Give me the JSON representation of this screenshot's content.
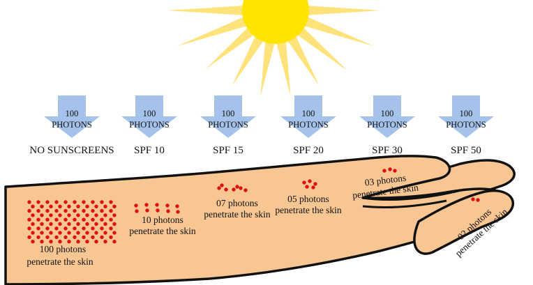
{
  "colors": {
    "sun_core": "#ffe400",
    "sun_rays": "#ffe27a",
    "arrow": "#a5c2ea",
    "skin": "#f8c693",
    "outline": "#111111",
    "photon": "#dd1111"
  },
  "arrows": [
    {
      "top": "100",
      "bottom": "PHOTONS"
    },
    {
      "top": "100",
      "bottom": "PHOTONS"
    },
    {
      "top": "100",
      "bottom": "PHOTONS"
    },
    {
      "top": "100",
      "bottom": "PHOTONS"
    },
    {
      "top": "100",
      "bottom": "PHOTONS"
    },
    {
      "top": "100",
      "bottom": "PHOTONS"
    }
  ],
  "conditions": [
    {
      "label": "NO SUNSCREENS",
      "penetration_count": "100 photons",
      "penetration_text": "penetrate the skin"
    },
    {
      "label": "SPF 10",
      "penetration_count": "10 photons",
      "penetration_text": "penetrate the skin"
    },
    {
      "label": "SPF 15",
      "penetration_count": "07 photons",
      "penetration_text": "penetrate the skin"
    },
    {
      "label": "SPF 20",
      "penetration_count": "05 photons",
      "penetration_text": "penetrate the skin"
    },
    {
      "label": "SPF 30",
      "penetration_count": "03 photons",
      "penetration_text": "penetrate the skin"
    },
    {
      "label": "SPF 50",
      "penetration_count": "02 photons",
      "penetration_text": "penetrate the skin"
    }
  ]
}
